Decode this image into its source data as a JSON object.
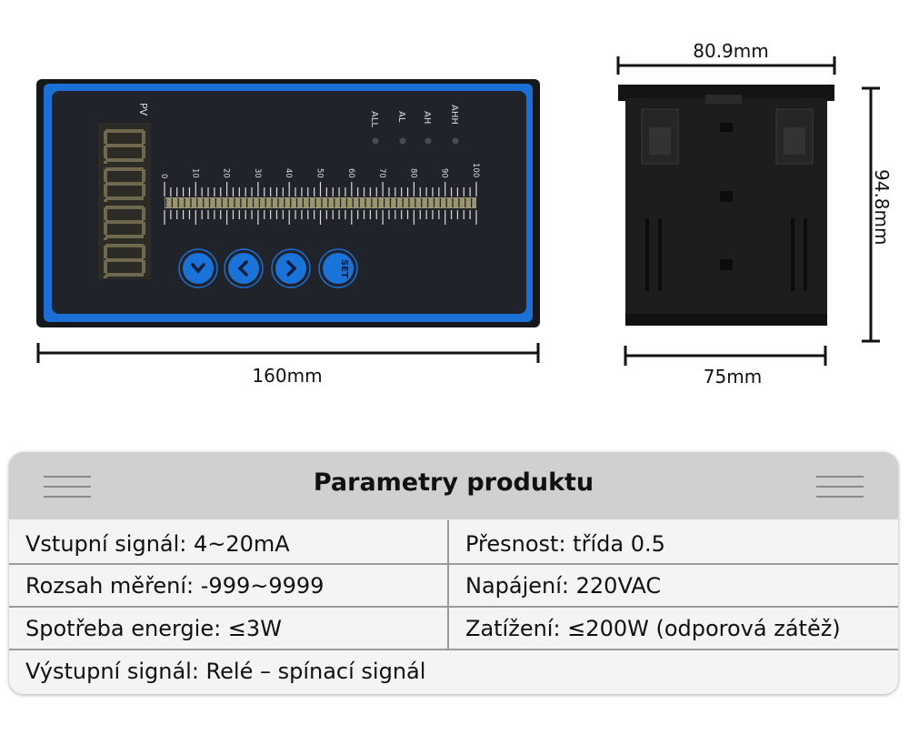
{
  "product": {
    "front_panel": {
      "pv_label": "PV",
      "display_digits": [
        "8",
        "8",
        "8",
        "8"
      ],
      "alarm_labels": [
        "ALL",
        "AL",
        "AH",
        "AHH"
      ],
      "scale_labels": [
        "0",
        "10",
        "20",
        "30",
        "40",
        "50",
        "60",
        "70",
        "80",
        "90",
        "100"
      ],
      "bargraph_fill_percent": 0,
      "buttons": [
        {
          "name": "down",
          "icon": "chevron-down-icon"
        },
        {
          "name": "left",
          "icon": "chevron-left-icon"
        },
        {
          "name": "right",
          "icon": "chevron-right-icon"
        },
        {
          "name": "set",
          "label": "SET"
        }
      ],
      "accent_color": "#1a73d9"
    },
    "dimensions": {
      "front_width": "160mm",
      "side_top_width": "80.9mm",
      "side_height": "94.8mm",
      "side_bottom_width": "75mm"
    }
  },
  "specs": {
    "title": "Parametry produktu",
    "rows": [
      [
        "Vstupní signál: 4~20mA",
        "Přesnost: třída 0.5"
      ],
      [
        "Rozsah měření: -999~9999",
        "Napájení: 220VAC"
      ],
      [
        "Spotřeba energie: ≤3W",
        "Zatížení: ≤200W (odporová zátěž)"
      ],
      [
        "Výstupní signál: Relé – spínací signál"
      ]
    ]
  }
}
